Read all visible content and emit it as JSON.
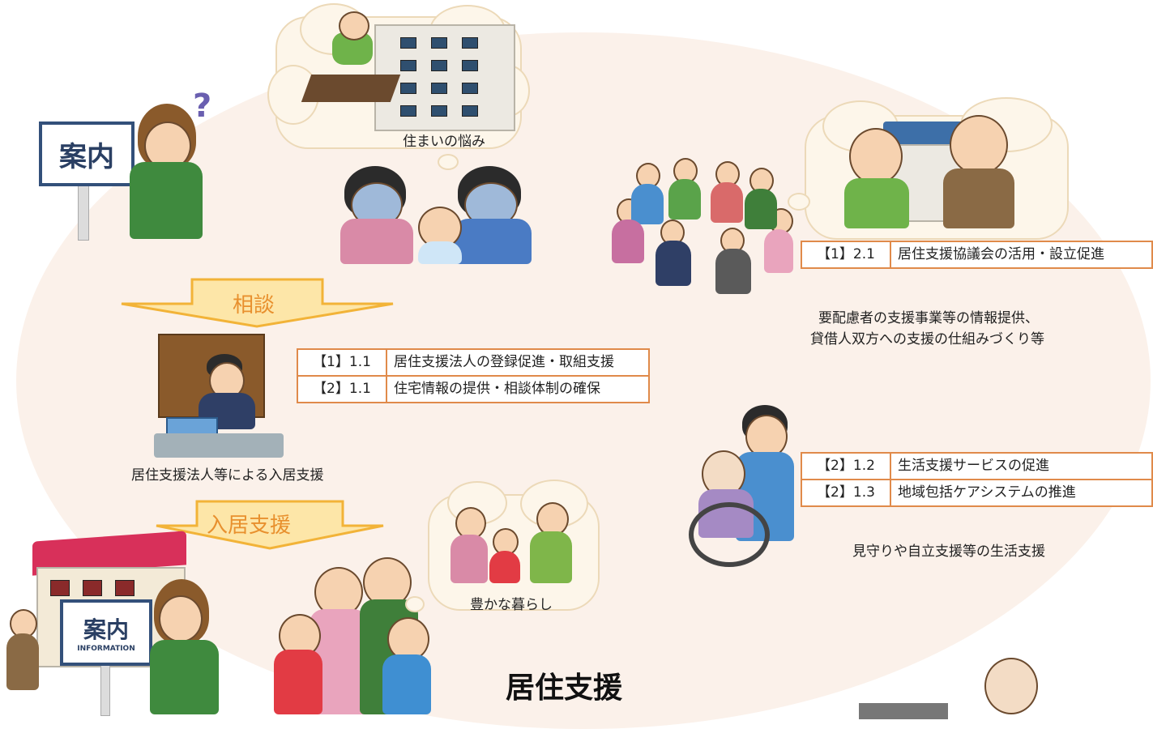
{
  "title": "居住支援",
  "clouds": {
    "housing_worry": "住まいの悩み",
    "rich_life": "豊かな暮らし"
  },
  "signs": {
    "guide_top": "案内",
    "guide_bottom": "案内",
    "guide_bottom_sub": "INFORMATION"
  },
  "arrows": {
    "consultation": "相談",
    "move_in_support": "入居支援"
  },
  "tables": {
    "corp": [
      {
        "code": "【1】1.1",
        "text": "居住支援法人の登録促進・取組支援"
      },
      {
        "code": "【2】1.1",
        "text": "住宅情報の提供・相談体制の確保"
      }
    ],
    "council": [
      {
        "code": "【1】2.1",
        "text": "居住支援協議会の活用・設立促進"
      }
    ],
    "life": [
      {
        "code": "【2】1.2",
        "text": "生活支援サービスの促進"
      },
      {
        "code": "【2】1.3",
        "text": "地域包括ケアシステムの推進"
      }
    ]
  },
  "captions": {
    "corp": "居住支援法人等による入居支援",
    "council_line1": "要配慮者の支援事業等の情報提供、",
    "council_line2": "貸借人双方への支援の仕組みづくり等",
    "life": "見守りや自立支援等の生活支援"
  },
  "colors": {
    "table_border": "#e08a4a",
    "arrow_fill": "#fde6a8",
    "arrow_stroke": "#f2b338",
    "arrow_text": "#e8902e",
    "background_blob": "#fbf1ea"
  }
}
